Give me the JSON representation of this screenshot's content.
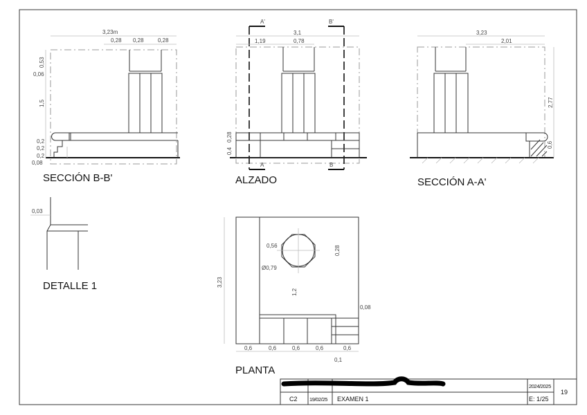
{
  "views": {
    "seccion_bb": {
      "title": "SECCIÓN B-B'",
      "dims": {
        "total_width": "3,23m",
        "w1": "0,28",
        "w2": "0,28",
        "w3": "0,28",
        "h_top": "0,53",
        "h_cap": "0,06",
        "h_col": "1,5",
        "h_s1": "0,2",
        "h_s2": "0,2",
        "h_s3": "0,2",
        "h_base": "0,08"
      }
    },
    "alzado": {
      "title": "ALZADO",
      "cut_labels": {
        "a_top": "A'",
        "b_top": "B'",
        "a_bottom": "A",
        "b_bottom": "B"
      },
      "dims": {
        "total_width": "3,1",
        "left": "1,19",
        "col": "0,78",
        "h_upper": "0,28",
        "h_lower": "0,4"
      }
    },
    "seccion_aa": {
      "title": "SECCIÓN A-A'",
      "dims": {
        "total_width": "3,23",
        "right": "2,01",
        "height": "2,77",
        "h_base": "0,6"
      }
    },
    "detalle_1": {
      "title": "DETALLE 1",
      "dims": {
        "offset": "0,03"
      }
    },
    "planta": {
      "title": "PLANTA",
      "dims": {
        "depth": "3,23",
        "col_side": "0,56",
        "diameter": "Ø0,79",
        "col_h": "0,28",
        "dist": "1,2",
        "step_gap": "0,08",
        "b1": "0,6",
        "b2": "0,6",
        "b3": "0,6",
        "b4": "0,6",
        "b5": "0,6",
        "gap": "0,1"
      }
    }
  },
  "title_block": {
    "course": "C2",
    "date": "19/02/25",
    "name": "EXAMEN 1",
    "year": "2024/2025",
    "scale": "E: 1/25",
    "sheet": "19"
  }
}
